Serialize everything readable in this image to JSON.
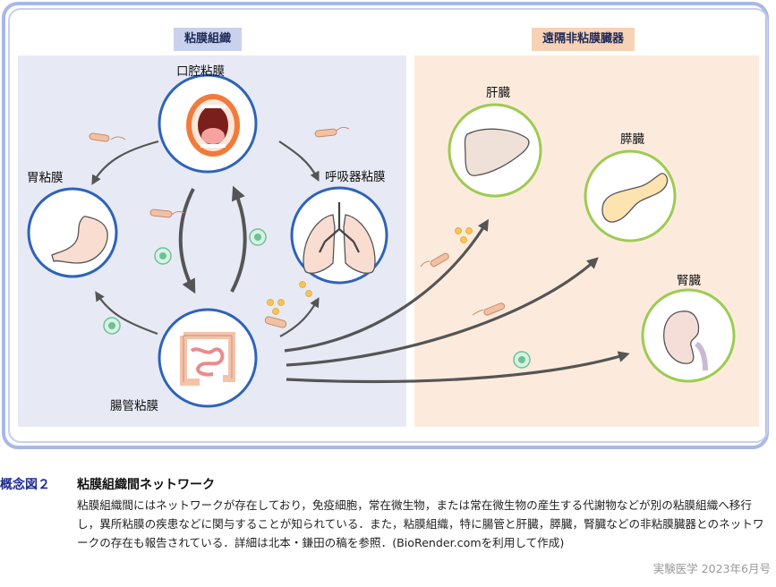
{
  "labels": {
    "mucosal_tissue": "粘膜組織",
    "non_mucosal_organs": "遠隔非粘膜臓器",
    "oral": "口腔粘膜",
    "stomach": "胃粘膜",
    "respiratory": "呼吸器粘膜",
    "intestine": "腸管粘膜",
    "liver": "肝臓",
    "pancreas": "膵臓",
    "kidney": "腎臓"
  },
  "caption": {
    "number": "概念図２",
    "title": "粘膜組織間ネットワーク",
    "body": "粘膜組織間にはネットワークが存在しており，免疫細胞，常在微生物，または常在微生物の産生する代謝物などが別の粘膜組織へ移行し，異所粘膜の疾患などに関与することが知られている．また，粘膜組織，特に腸管と肝臓，膵臓，腎臓などの非粘膜臓器とのネットワークの存在も報告されている．詳細は北本・鎌田の稿を参照．(BioRender.comを利用して作成)"
  },
  "credit": "実験医学 2023年6月号",
  "colors": {
    "mucosal_ring": "#2e63b8",
    "organ_ring": "#9dcb52",
    "arrow": "#555555",
    "left_panel": "#e7eaf5",
    "right_panel": "#fcebdd"
  }
}
